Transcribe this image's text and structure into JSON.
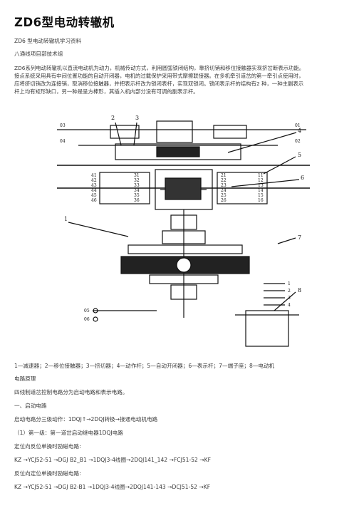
{
  "document": {
    "title": "ZD6型电动转辙机",
    "subtitle": "ZD6 型电动转辙机学习资料",
    "org": "八通线项目部技术组",
    "intro": [
      "ZD6系列电动转辙机以直流电动机为动力，机械传动方式，利用圆弧锁闭结构，靠挤切销和移位接触器实现挤岔断表示功能。",
      "接点系统采用具有中间位置功能的自动开闭器，电机的过载保护采用带式摩擦联接器。在多机牵引道岔的第一牵引点使用时，",
      "应将挤切销改为连接销，取消移位接触器，并把表示杆改为锁闭表杆，实现双锁闭。锁闭表示杆的结构有2 种，一种主副表示",
      "杆上均有矩形缺口，另一种是呈方棒形，其插入机内部分没有可调的副表示杆。"
    ],
    "caption": "1—减速器；2—移位接触器；3—挤切器；4—动作杆；5—自动开闭器；6—表示杆；7—端子座；8—电动机",
    "section1": "电路原理",
    "line1": "四线制道岔控制电路分为启动电路和表示电路。",
    "section2": "一、启动电路",
    "line2": "启动电路分三级动作：1DQJ↑→2DQJ转极→接通电动机电路",
    "line3": "（1）第一级：第一道岔启动继电器1DQJ电路",
    "line4": "定位向反位单操时励磁电路:",
    "line5": "KZ →YCJ52-51 →DGJ B2_B1 →1DQJ3-4线圈→2DQJ141_142 →FCJ51-52 →KF",
    "line6": "反位向定位单操时励磁电路:",
    "line7": "KZ →YCJ52-51 →DGJ B2-B1 →1DQJ3-4线圈→2DQJ141-143 →DCJ51-52 →KF"
  },
  "diagram": {
    "callouts": [
      "1",
      "2",
      "3",
      "4",
      "5",
      "6",
      "7",
      "8"
    ],
    "left_terminals_top": [
      "03",
      "04"
    ],
    "right_terminals_top": [
      "01",
      "02"
    ],
    "left_contacts": [
      "41",
      "42",
      "43",
      "44",
      "45",
      "46"
    ],
    "left_inner_contacts": [
      "31",
      "32",
      "33",
      "34",
      "35",
      "36"
    ],
    "right_contacts": [
      "21",
      "22",
      "23",
      "24",
      "25",
      "26"
    ],
    "right_inner_contacts": [
      "11",
      "12",
      "13",
      "14",
      "15",
      "16"
    ],
    "terminal_block": [
      "1",
      "2",
      "3",
      "4"
    ],
    "motor_terminals": [
      "05",
      "06"
    ]
  }
}
